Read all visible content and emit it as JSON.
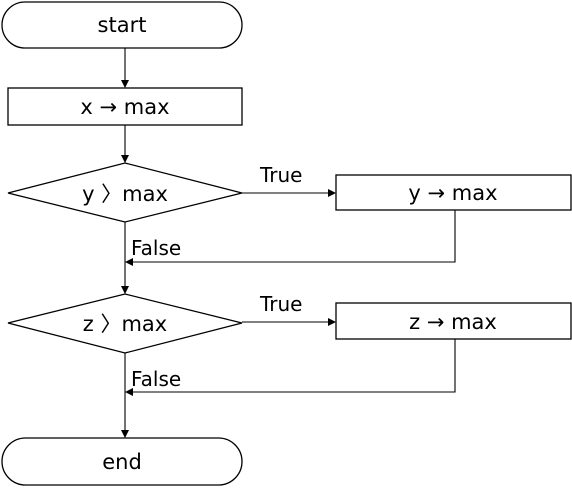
{
  "flowchart": {
    "start_label": "start",
    "init_label": "x → max",
    "cond1_label": "y 〉max",
    "cond1_true_action": "y → max",
    "cond2_label": "z 〉max",
    "cond2_true_action": "z → max",
    "end_label": "end",
    "true_label": "True",
    "false_label": "False"
  }
}
